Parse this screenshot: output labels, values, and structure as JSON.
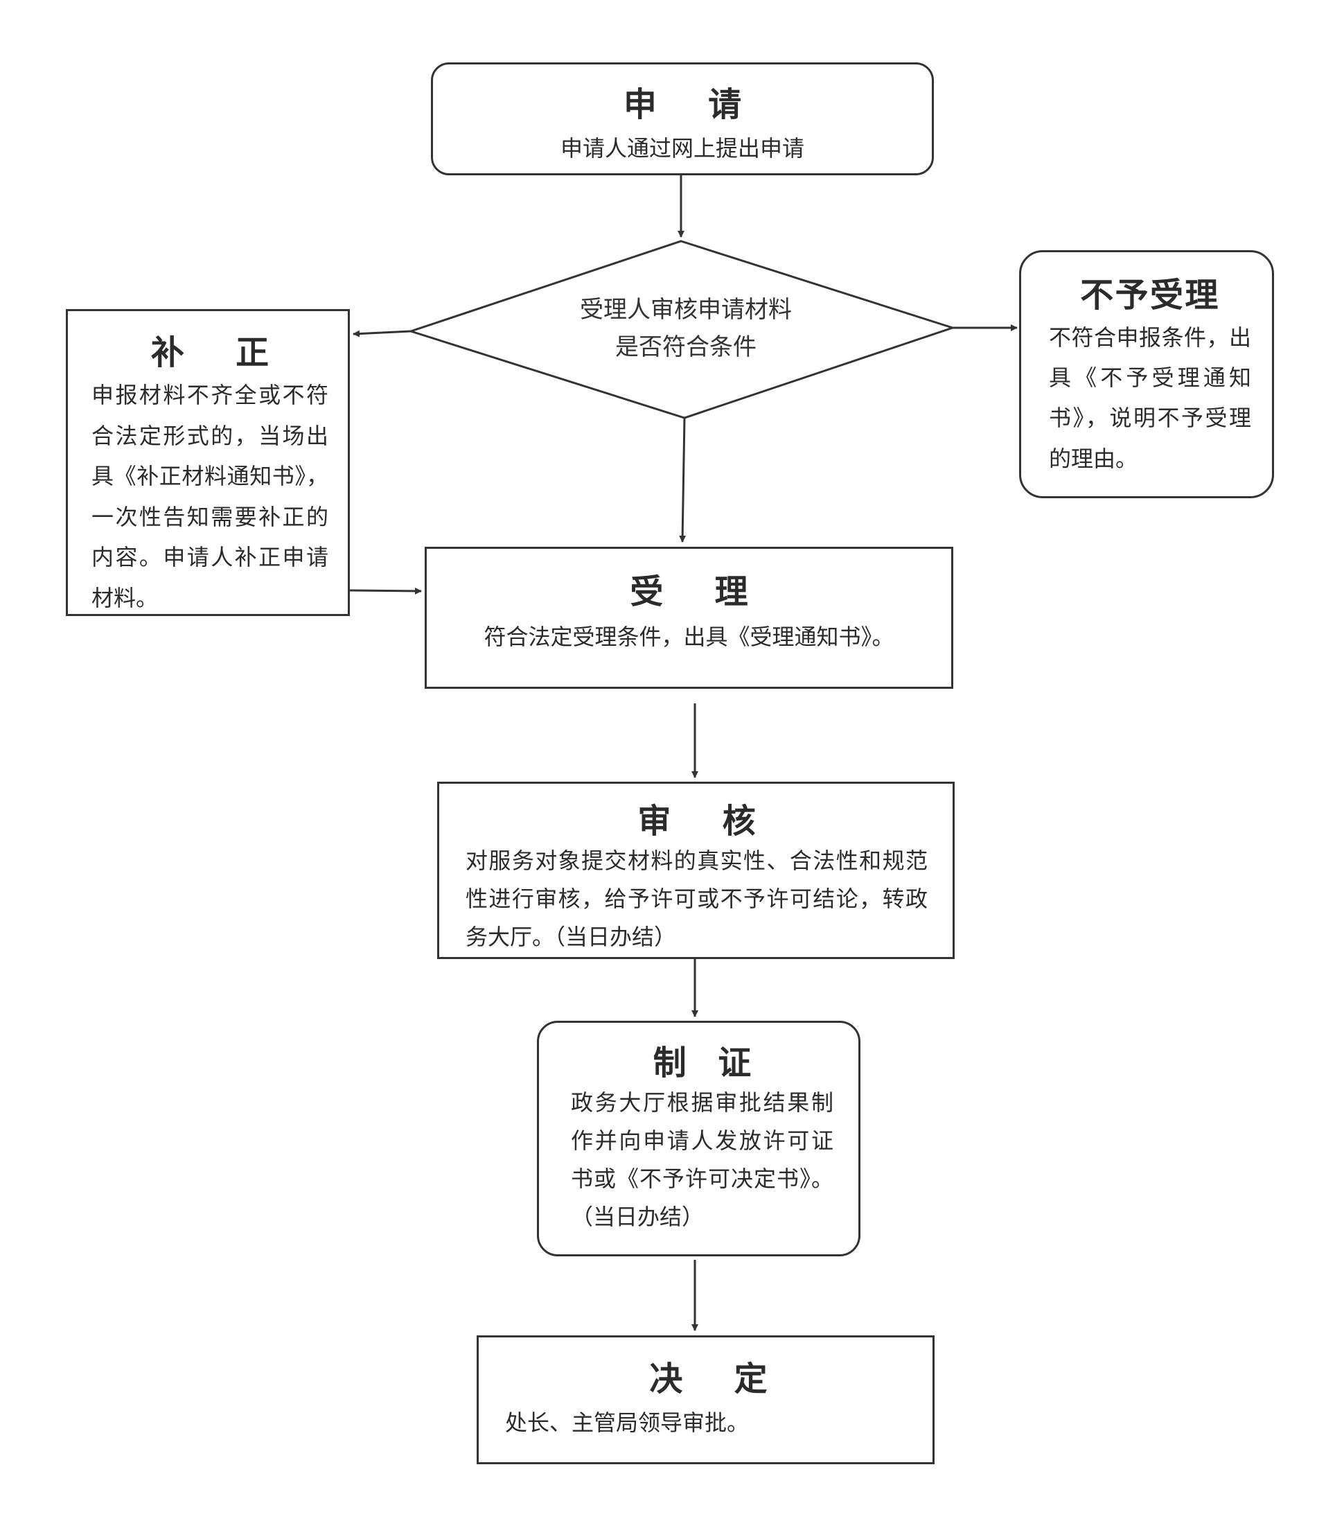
{
  "nodes": {
    "apply": {
      "title": "申  请",
      "text": "申请人通过网上提出申请"
    },
    "decision": {
      "line1": "受理人审核申请材料",
      "line2": "是否符合条件"
    },
    "reject": {
      "title": "不予受理",
      "text": "不符合申报条件，出具《不予受理通知书》，说明不予受理的理由。"
    },
    "supplement": {
      "title": "补  正",
      "text": "申报材料不齐全或不符合法定形式的，当场出具《补正材料通知书》，一次性告知需要补正的内容。申请人补正申请材料。"
    },
    "accept": {
      "title": "受  理",
      "text": "符合法定受理条件，出具《受理通知书》。"
    },
    "review": {
      "title": "审  核",
      "text": "对服务对象提交材料的真实性、合法性和规范性进行审核，给予许可或不予许可结论，转政务大厅。（当日办结）"
    },
    "certify": {
      "title": "制  证",
      "text": "政务大厅根据审批结果制作并向申请人发放许可证书或《不予许可决定书》。（当日办结）"
    },
    "decide": {
      "title": "决  定",
      "text": "处长、主管局领导审批。"
    }
  }
}
